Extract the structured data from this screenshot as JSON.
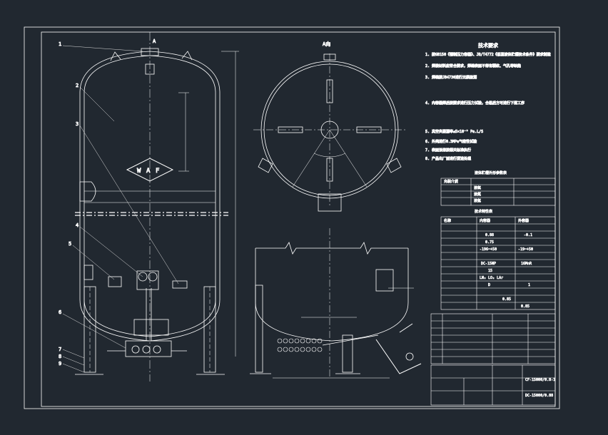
{
  "colors": {
    "background": "#212830",
    "line": "#ffffff",
    "leader": "#dddddd"
  },
  "front_view": {
    "section_label": "A",
    "logo_letters": [
      "W",
      "A",
      "F"
    ],
    "callouts": [
      "1",
      "2",
      "3",
      "4",
      "5",
      "6",
      "7",
      "8",
      "9"
    ]
  },
  "top_view": {
    "section_label": "A向"
  },
  "tech_requirements": {
    "title": "技术要求",
    "items": [
      "1. 按GB150《钢制压力容器》、JB/T4772《低温液体贮槽技术条件》要求制造",
      "2. 焊接材料应符合要求，焊缝表面不得有裂纹、气孔等缺陷",
      "3. 焊缝按JB4730进行无损检测",
      "4. 内容器焊后按要求进行压力试验，合格后方可进行下道工序",
      "5. 真空夹层漏率≤5×10⁻⁹ Pa.L/S",
      "6. 外壳进行0.3MPa气密性试验",
      "7. 表面涂漆按相关标准执行",
      "8. 产品出厂前进行清洁处理"
    ]
  },
  "table_small": {
    "title": "液体贮槽外形参数表",
    "rows": [
      "充装介质",
      "液氧",
      "液氮",
      "液氩"
    ]
  },
  "table_params": {
    "title": "技术特性表",
    "cells": [
      "名称",
      "内容器",
      "外容器",
      "0.88",
      "-0.1",
      "0.75",
      "-196~+50",
      "-19~+50",
      "DC-15NP",
      "16MnR",
      "15",
      "LN₂ LO₂ LAr",
      "D",
      "1",
      "0.85",
      "0.85"
    ]
  },
  "title_block": {
    "drawing_no": "CF-15000/0.8-1",
    "product_no": "DC-15000/0.88"
  }
}
